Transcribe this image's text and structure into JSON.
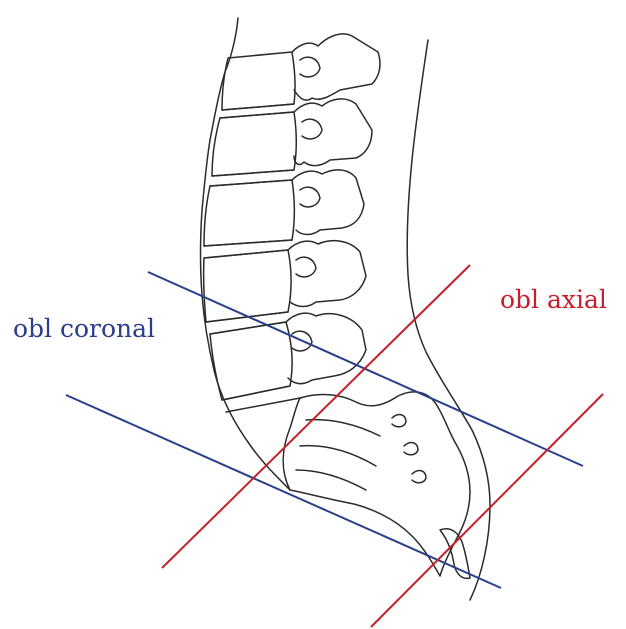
{
  "labels": {
    "coronal": "obl coronal",
    "axial": "obl axial"
  },
  "colors": {
    "coronal": "#2a3e8c",
    "axial": "#c4202a",
    "drawing": "#2b2b2b",
    "background": "#ffffff"
  },
  "icons": {
    "drawing": "lumbosacral-spine-lateral-sketch"
  }
}
